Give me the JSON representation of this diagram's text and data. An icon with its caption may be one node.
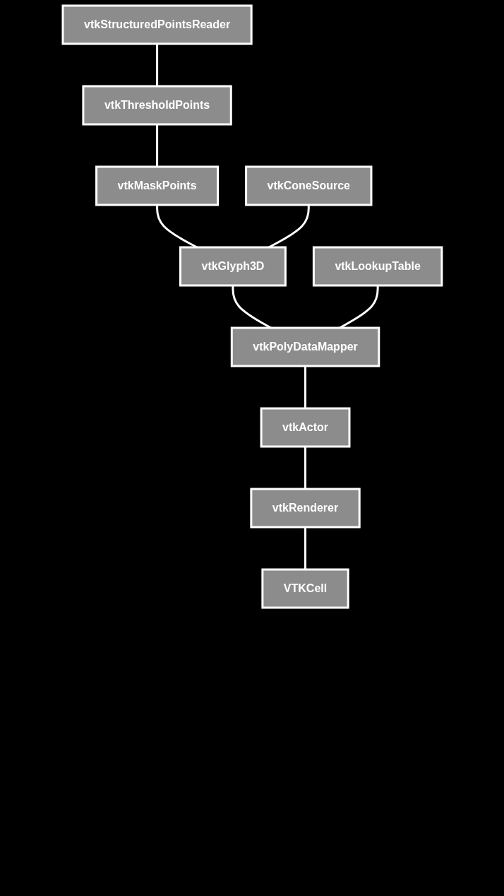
{
  "diagram": {
    "nodes": [
      {
        "text": [
          "vtkStructuredPointsReader"
        ]
      },
      {
        "text": [
          "vtkThresholdPoints"
        ]
      },
      {
        "text": [
          "vtkMaskPoints"
        ]
      },
      {
        "text": [
          "vtkConeSource"
        ]
      },
      {
        "text": [
          "vtkGlyph3D"
        ]
      },
      {
        "text": [
          "vtkLookupTable"
        ]
      },
      {
        "text": [
          "vtkPolyDataMapper"
        ]
      },
      {
        "text": [
          "vtkActor"
        ]
      },
      {
        "text": [
          "vtkRenderer"
        ]
      },
      {
        "text": [
          "VTKCell"
        ]
      }
    ],
    "edges": [
      {
        "from": 0,
        "to": 1,
        "arrow": "none"
      },
      {
        "from": 1,
        "to": 2,
        "arrow": "none"
      },
      {
        "from": 2,
        "to": 4,
        "arrow": "none"
      },
      {
        "from": 3,
        "to": 4,
        "arrow": "none"
      },
      {
        "from": 4,
        "to": 6,
        "arrow": "none"
      },
      {
        "from": 5,
        "to": 6,
        "arrow": "none"
      },
      {
        "from": 6,
        "to": 7,
        "arrow": "none"
      },
      {
        "from": 7,
        "to": 8,
        "arrow": "none"
      },
      {
        "from": 8,
        "to": 9,
        "arrow": "none"
      }
    ]
  }
}
